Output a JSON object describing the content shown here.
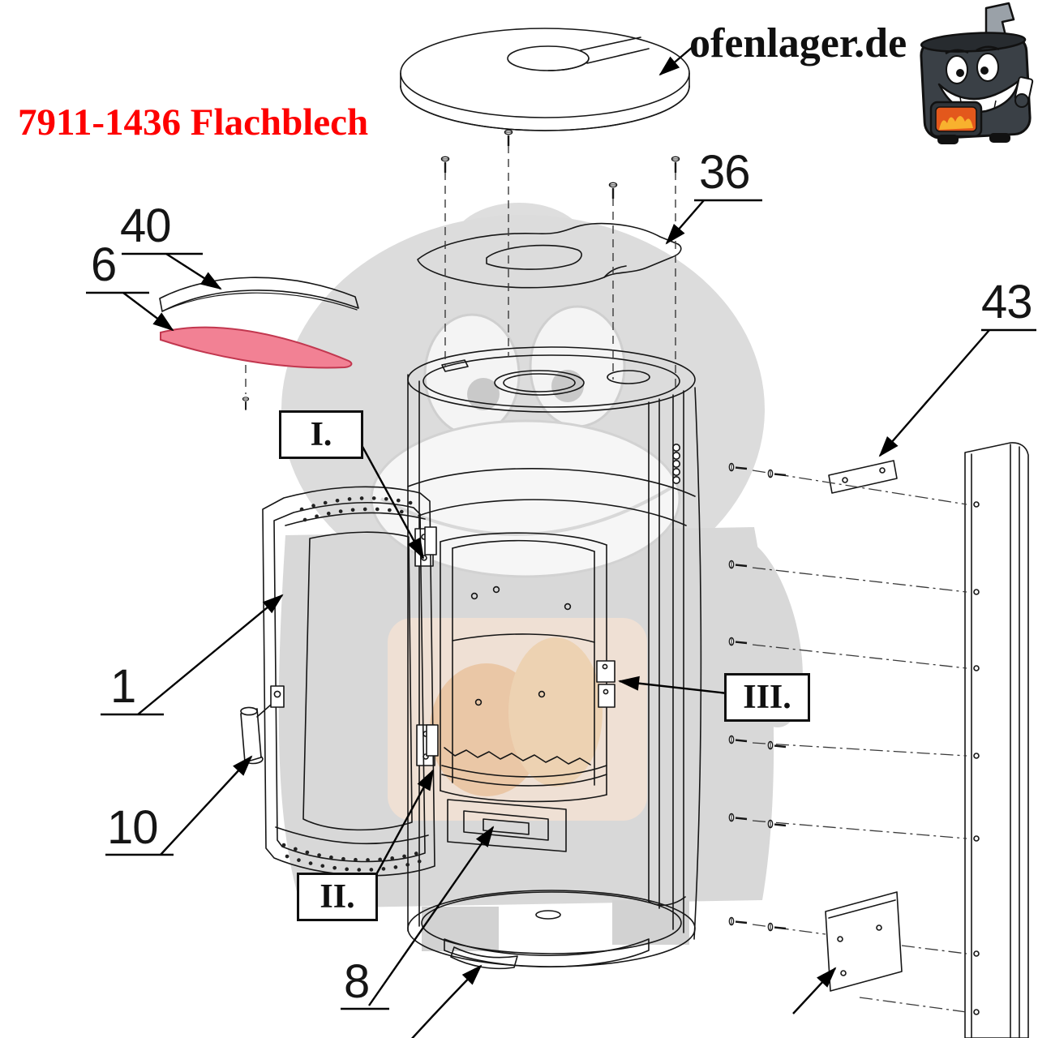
{
  "title": "7911-1436 Flachblech",
  "logo": {
    "brand": "ofenlager.de"
  },
  "callouts": {
    "n40": "40",
    "n6": "6",
    "n36": "36",
    "n43": "43",
    "n1": "1",
    "n10": "10",
    "n8": "8"
  },
  "sections": {
    "i": "I.",
    "ii": "II.",
    "iii": "III."
  },
  "colors": {
    "highlight_fill": "#f28194",
    "highlight_stroke": "#c2374f",
    "title_red": "#fe0000"
  }
}
